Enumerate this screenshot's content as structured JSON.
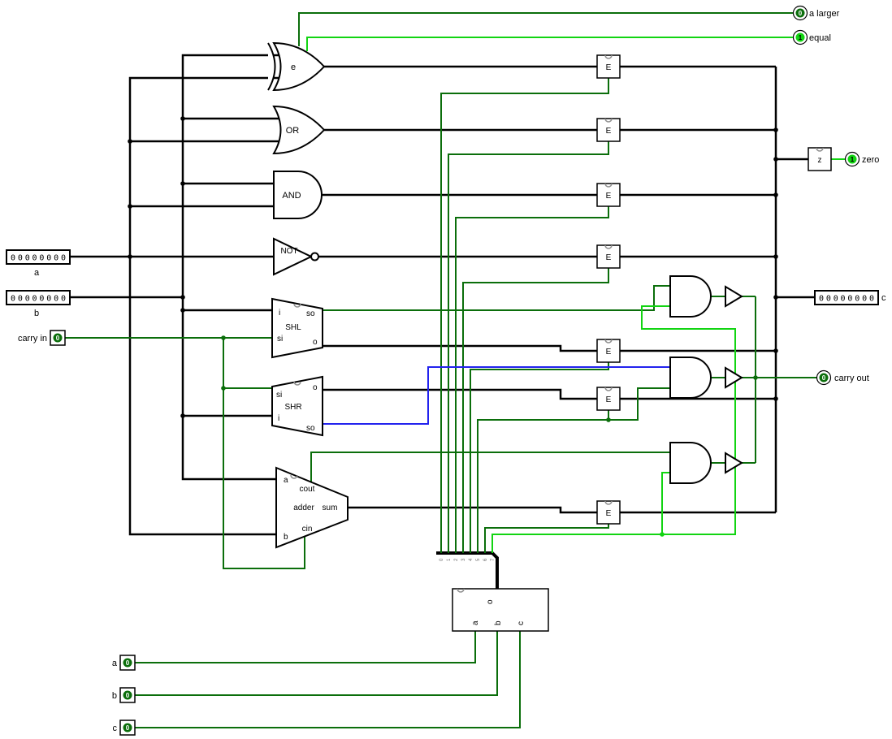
{
  "colors": {
    "wire_low": "#0b6e0b",
    "wire_high": "#12d412",
    "wire_unknown": "#2222ee",
    "bus": "#000000"
  },
  "pins": {
    "input_a": {
      "label": "a",
      "value": "00000000"
    },
    "input_b": {
      "label": "b",
      "value": "00000000"
    },
    "carry_in": {
      "label": "carry in",
      "value": "0"
    },
    "output_c": {
      "label": "c",
      "value": "00000000"
    },
    "carry_out": {
      "label": "carry out",
      "value": "0"
    },
    "a_larger": {
      "label": "a larger",
      "value": "0"
    },
    "equal": {
      "label": "equal",
      "value": "1"
    },
    "zero": {
      "label": "zero",
      "value": "1"
    },
    "sel_a": {
      "label": "a",
      "value": "0"
    },
    "sel_b": {
      "label": "b",
      "value": "0"
    },
    "sel_c": {
      "label": "c",
      "value": "0"
    }
  },
  "components": {
    "comparator": {
      "label": "e"
    },
    "or_gate": {
      "label": "OR"
    },
    "and_gate": {
      "label": "AND"
    },
    "not_gate": {
      "label": "NOT"
    },
    "shl": {
      "label": "SHL",
      "pins": {
        "i": "i",
        "si": "si",
        "so": "so",
        "o": "o"
      }
    },
    "shr": {
      "label": "SHR",
      "pins": {
        "si": "si",
        "i": "i",
        "o": "o",
        "so": "so"
      }
    },
    "adder": {
      "label": "adder",
      "pins": {
        "a": "a",
        "b": "b",
        "cin": "cin",
        "cout": "cout",
        "sum": "sum"
      }
    },
    "enabler": {
      "label": "E"
    },
    "zero_detector": {
      "label": "z"
    },
    "decoder": {
      "pins": {
        "a": "a",
        "b": "b",
        "c": "c",
        "o": "o"
      }
    },
    "splitter": {
      "bits": [
        "0",
        "1",
        "2",
        "3",
        "4",
        "5",
        "6",
        "7"
      ]
    }
  }
}
